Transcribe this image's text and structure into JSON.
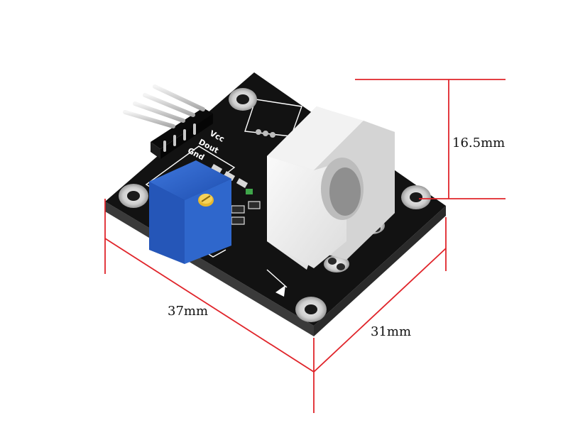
{
  "pcb_labels": {
    "vcc": "Vcc",
    "dout": "Dout",
    "gnd": "Gnd"
  },
  "dimensions": {
    "height": "16.5mm",
    "length": "37mm",
    "width": "31mm"
  },
  "colors": {
    "dimension_lines": "#e0242a",
    "pcb": "#121212",
    "potentiometer": "#2a5fc6",
    "sensor_body": "#eeeeee"
  }
}
